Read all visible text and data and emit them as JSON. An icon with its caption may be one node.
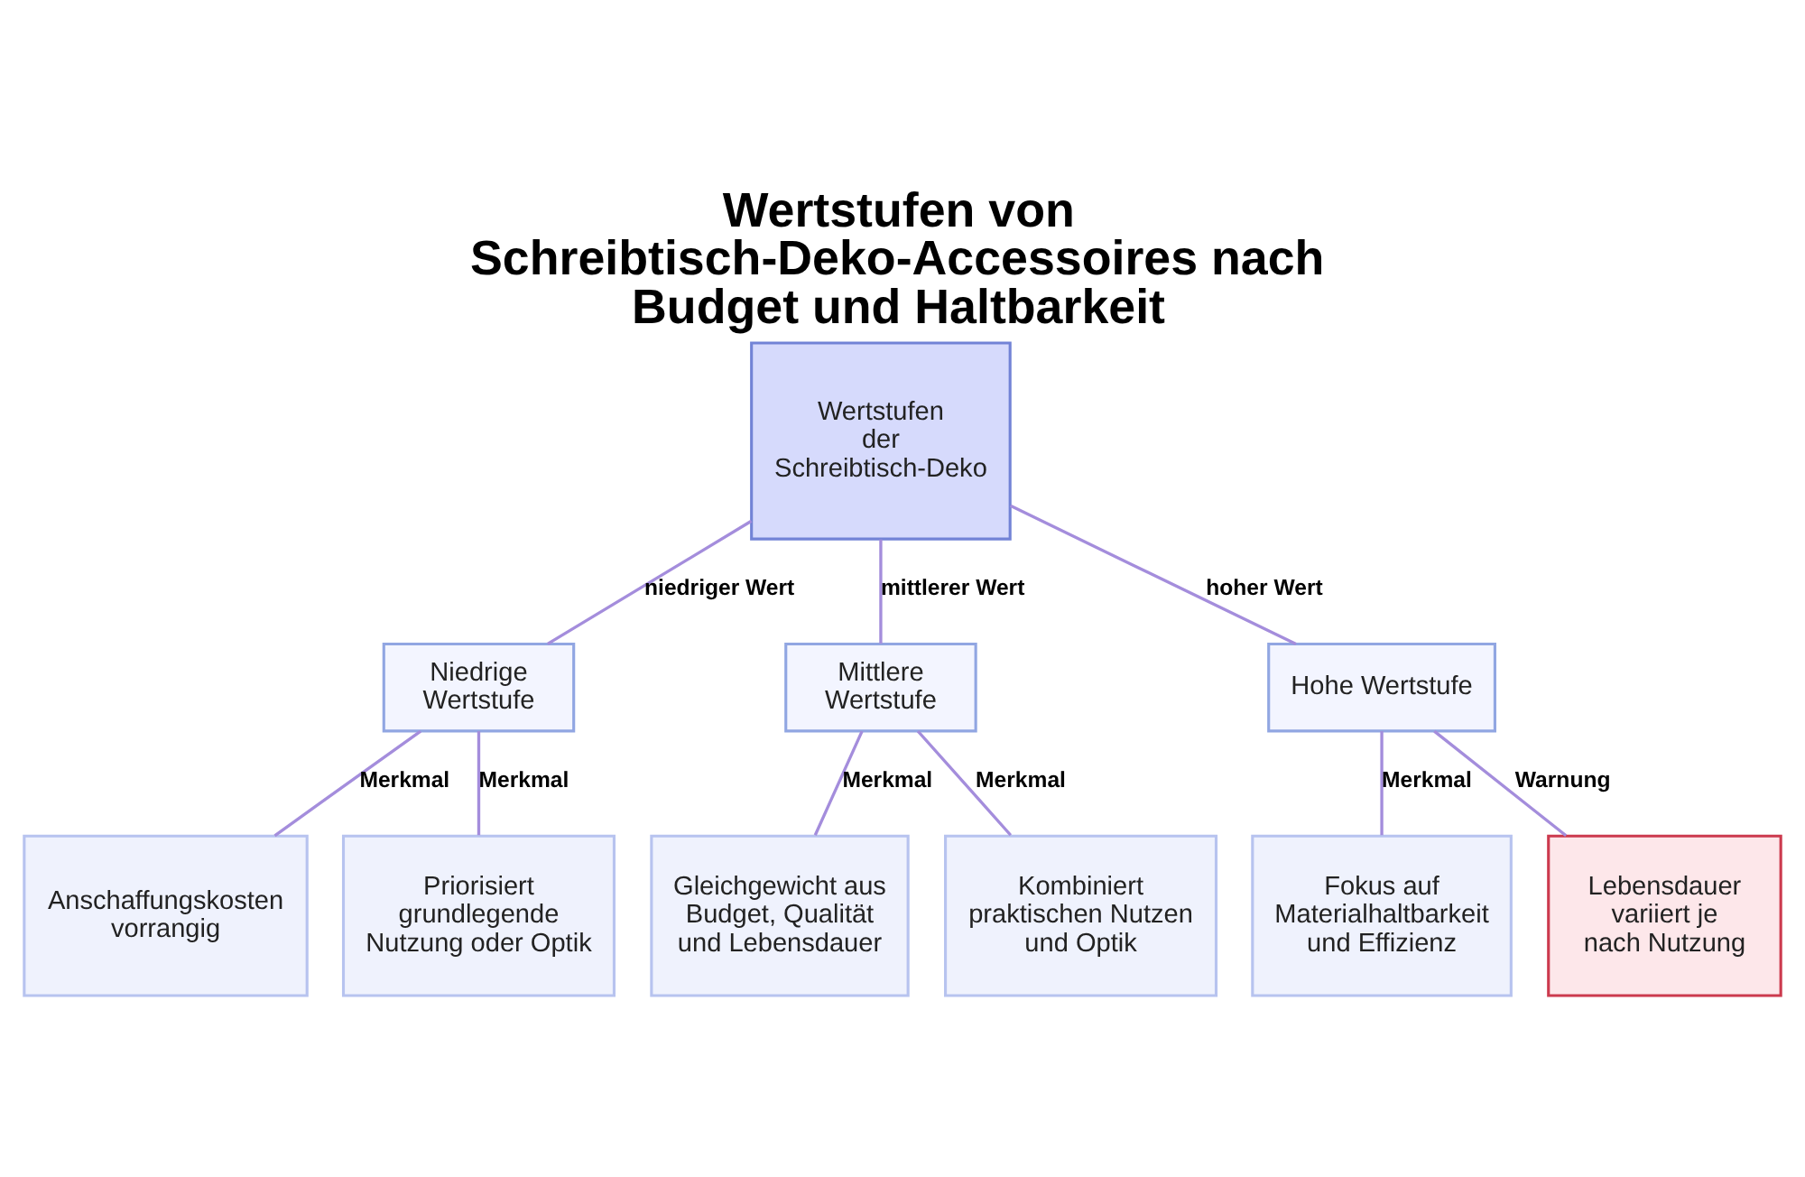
{
  "diagram": {
    "title": "Wertstufen von Schreibtisch-Deko-Accessoires nach Budget und Haltbarkeit",
    "nodes": [
      {
        "text": [
          "Wertstufen der Schreibtisch-Deko"
        ]
      },
      {
        "text": [
          "Niedrige Wertstufe"
        ]
      },
      {
        "text": [
          "Mittlere Wertstufe"
        ]
      },
      {
        "text": [
          "Hohe Wertstufe"
        ]
      },
      {
        "text": [
          "Anschaffungskosten vorrangig"
        ]
      },
      {
        "text": [
          "Priorisiert grundlegende Nutzung oder Optik"
        ]
      },
      {
        "text": [
          "Gleichgewicht aus Budget, Qualität und Lebensdauer"
        ]
      },
      {
        "text": [
          "Kombiniert praktischen Nutzen und Optik"
        ]
      },
      {
        "text": [
          "Fokus auf Materialhaltbarkeit und Effizienz"
        ]
      },
      {
        "text": [
          "Lebensdauer variiert je nach Nutzung"
        ]
      }
    ],
    "edges": [
      {
        "from": 0,
        "to": 1,
        "arrow": "none",
        "label": "niedriger Wert"
      },
      {
        "from": 0,
        "to": 2,
        "arrow": "none",
        "label": "mittlerer Wert"
      },
      {
        "from": 0,
        "to": 3,
        "arrow": "none",
        "label": "hoher Wert"
      },
      {
        "from": 1,
        "to": 4,
        "arrow": "none",
        "label": "Merkmal"
      },
      {
        "from": 1,
        "to": 5,
        "arrow": "none",
        "label": "Merkmal"
      },
      {
        "from": 2,
        "to": 6,
        "arrow": "none",
        "label": "Merkmal"
      },
      {
        "from": 2,
        "to": 7,
        "arrow": "none",
        "label": "Merkmal"
      },
      {
        "from": 3,
        "to": 8,
        "arrow": "none",
        "label": "Merkmal"
      },
      {
        "from": 3,
        "to": 9,
        "arrow": "none",
        "label": "Warnung"
      }
    ]
  }
}
